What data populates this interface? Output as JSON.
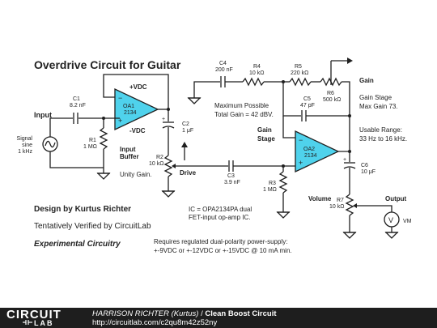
{
  "title": "Overdrive Circuit for Guitar",
  "components": {
    "c1": {
      "ref": "C1",
      "value": "8.2 nF"
    },
    "r1": {
      "ref": "R1",
      "value": "1 MΩ"
    },
    "oa1": {
      "ref": "OA1",
      "part": "2134",
      "vplus": "+VDC",
      "vminus": "-VDC"
    },
    "c2": {
      "ref": "C2",
      "value": "1 μF"
    },
    "r2": {
      "ref": "R2",
      "value": "10 kΩ"
    },
    "c3": {
      "ref": "C3",
      "value": "3.9 nF"
    },
    "r3": {
      "ref": "R3",
      "value": "1 MΩ"
    },
    "c4": {
      "ref": "C4",
      "value": "200 nF"
    },
    "r4": {
      "ref": "R4",
      "value": "10 kΩ"
    },
    "r5": {
      "ref": "R5",
      "value": "220 kΩ"
    },
    "r6": {
      "ref": "R6",
      "value": "500 kΩ"
    },
    "c5": {
      "ref": "C5",
      "value": "47 pF"
    },
    "oa2": {
      "ref": "OA2",
      "part": "2134"
    },
    "c6": {
      "ref": "C6",
      "value": "10 μF"
    },
    "r7": {
      "ref": "R7",
      "value": "10 kΩ"
    },
    "vm": {
      "ref": "VM"
    },
    "source": {
      "line1": "Signal",
      "line2": "sine",
      "line3": "1 kHz"
    }
  },
  "labels": {
    "input": "Input",
    "input_buffer_1": "Input",
    "input_buffer_2": "Buffer",
    "unity_gain": "Unity Gain.",
    "drive": "Drive",
    "gain_stage_1": "Gain",
    "gain_stage_2": "Stage",
    "gain": "Gain",
    "gain_note_1": "Gain Stage",
    "gain_note_2": "Max Gain 73.",
    "max_gain_1": "Maximum Possible",
    "max_gain_2": "Total Gain = 42 dBV.",
    "usable_1": "Usable Range:",
    "usable_2": "33 Hz to 16 kHz.",
    "volume": "Volume",
    "output": "Output",
    "opamp_note_1": "IC = OPA2134PA dual",
    "opamp_note_2": "FET-input op-amp IC."
  },
  "notes": {
    "designer": "Design by Kurtus Richter",
    "verified": "Tentatively Verified by CircuitLab",
    "experimental": "Experimental Circuitry",
    "supply_1": "Requires regulated dual-polarity power-supply:",
    "supply_2": "+-9VDC or +-12VDC or +-15VDC @ 10 mA min."
  },
  "footer": {
    "logo_top": "CIRCUIT",
    "logo_bottom": "LAB",
    "author": "HARRISON RICHTER (Kurtus)",
    "separator": " / ",
    "circuit_title": "Clean Boost Circuit",
    "url": "http://circuitlab.com/c2qu8m42z52ny"
  },
  "colors": {
    "opamp_fill": "#4fd2ec",
    "footer_bg": "#1e1e1e"
  }
}
